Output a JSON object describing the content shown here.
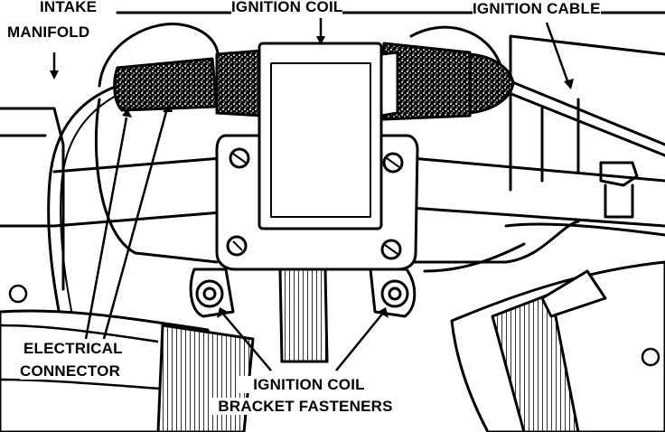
{
  "labels": {
    "intake_manifold_1": "INTAKE",
    "intake_manifold_2": "MANIFOLD",
    "ignition_coil": "IGNITION COIL",
    "ignition_cable": "IGNITION CABLE",
    "electrical_connector_1": "ELECTRICAL",
    "electrical_connector_2": "CONNECTOR",
    "bracket_fasteners_1": "IGNITION COIL",
    "bracket_fasteners_2": "BRACKET FASTENERS"
  },
  "colors": {
    "ink": "#000000",
    "paper": "#ffffff"
  }
}
